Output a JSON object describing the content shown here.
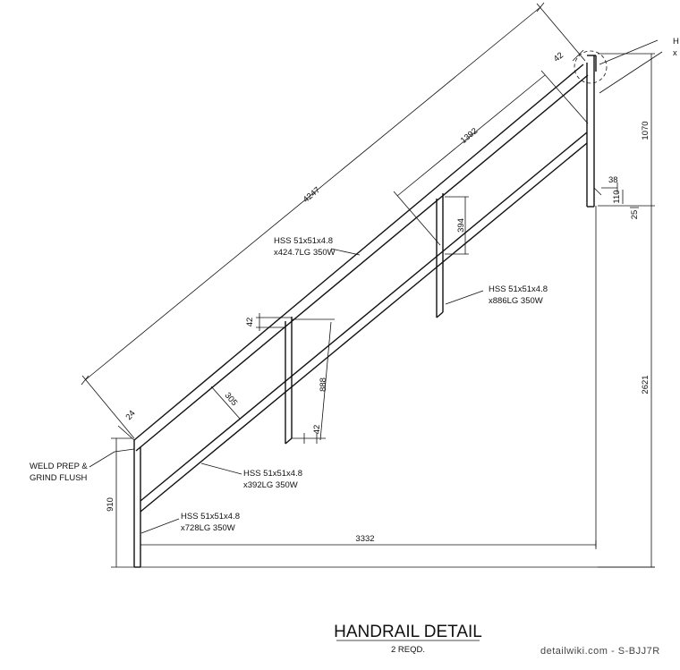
{
  "title": "HANDRAIL DETAIL",
  "subtitle": "2 REQD.",
  "watermark": "detailwiki.com - S-BJJ7R",
  "dimensions": {
    "length_top": "4247",
    "length_mid": "1392",
    "top_offset": "42",
    "height_1070": "1070",
    "dim_38": "38",
    "dim_110": "110",
    "dim_25": "25",
    "dim_394": "394",
    "dim_42_mid": "42",
    "dim_888": "888",
    "dim_42_low": "42",
    "dim_305": "305",
    "dim_24": "24",
    "dim_910": "910",
    "dim_3332": "3332",
    "dim_2621": "2621"
  },
  "callouts": {
    "rail_top_1": "HSS 51x51x4.8",
    "rail_top_2": "x424.7LG 350W",
    "post_right_1": "HSS 51x51x4.8",
    "post_right_2": "x886LG 350W",
    "rail_low_1": "HSS 51x51x4.8",
    "rail_low_2": "x392LG 350W",
    "post_left_1": "HSS 51x51x4.8",
    "post_left_2": "x728LG 350W",
    "weld_1": "WELD PREP &",
    "weld_2": "GRIND FLUSH",
    "edge_1": "H",
    "edge_2": "x"
  }
}
